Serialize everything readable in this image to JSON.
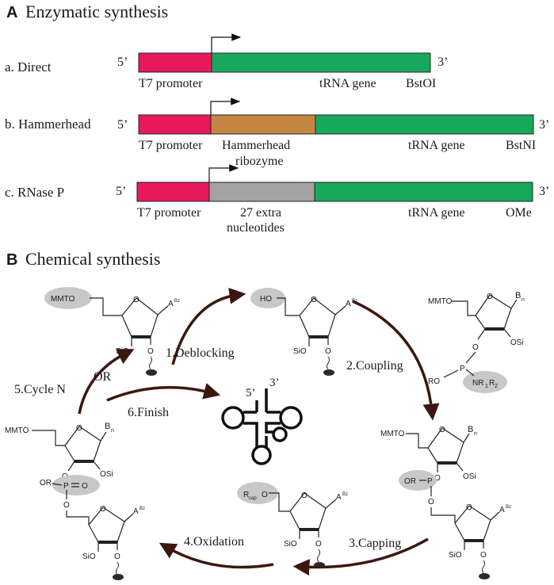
{
  "panel_a": {
    "letter": "A",
    "title": "Enzymatic synthesis",
    "rows": [
      {
        "label": "a. Direct",
        "five": "5’",
        "three": "3’",
        "segments": [
          {
            "name": "T7 promoter",
            "color": "#e8195a"
          },
          {
            "name": "tRNA gene",
            "color": "#18a85c"
          }
        ],
        "annotations": [
          "T7 promoter",
          "tRNA gene",
          "BstOI"
        ]
      },
      {
        "label": "b. Hammerhead",
        "five": "5’",
        "three": "3’",
        "segments": [
          {
            "name": "T7 promoter",
            "color": "#e8195a"
          },
          {
            "name": "Hammerhead ribozyme",
            "color": "#c38743"
          },
          {
            "name": "tRNA gene",
            "color": "#18a85c"
          }
        ],
        "annotations": [
          "T7 promoter",
          "Hammerhead",
          "ribozyme",
          "tRNA gene",
          "BstNI"
        ]
      },
      {
        "label": "c. RNase P",
        "five": "5’",
        "three": "3’",
        "segments": [
          {
            "name": "T7 promoter",
            "color": "#e8195a"
          },
          {
            "name": "27 extra nucleotides",
            "color": "#a3a3a5"
          },
          {
            "name": "tRNA gene",
            "color": "#18a85c"
          }
        ],
        "annotations": [
          "T7 promoter",
          "27 extra",
          "nucleotides",
          "tRNA gene",
          "OMe"
        ]
      }
    ]
  },
  "panel_b": {
    "letter": "B",
    "title": "Chemical synthesis",
    "steps": {
      "deblocking": "1.Deblocking",
      "coupling": "2.Coupling",
      "capping": "3.Capping",
      "oxidation": "4.Oxidation",
      "cycle": "5.Cycle N",
      "or": "OR",
      "finish": "6.Finish"
    },
    "groups": {
      "mmto": "MMTO",
      "ho": "HO",
      "abz": "A",
      "abz_sup": "Bz",
      "bn": "B",
      "bn_sub": "n",
      "sio": "SiO",
      "osi": "OSi",
      "o": "O",
      "p": "P",
      "ro": "RO",
      "nr1r2": "NR",
      "or": "OR",
      "rcap": "R",
      "rcap_sub": "cap",
      "p_eq_o": "O"
    },
    "trna": {
      "five": "5’",
      "three": "3’"
    },
    "colors": {
      "highlight": "#c8c8c8",
      "arrow": "#3b1710",
      "bead": "#2b2b2b"
    }
  }
}
